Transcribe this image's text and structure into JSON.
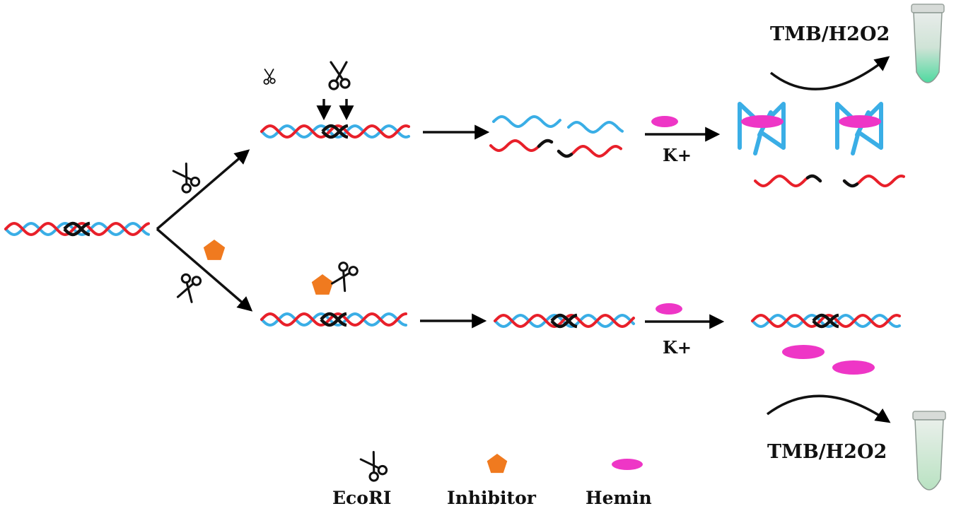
{
  "colors": {
    "strand_a": "#3aaee6",
    "strand_b": "#e8202a",
    "site": "#111111",
    "arrow": "#111111",
    "hemin": "#ee36c6",
    "inhibitor": "#f07a1f",
    "tube_green": "#4fd9a0",
    "tube_pale": "#bfe6c8"
  },
  "labels": {
    "reagent_top": "TMB/H2O2",
    "reagent_bottom": "TMB/H2O2",
    "potassium_top": "K+",
    "potassium_bottom": "K+"
  },
  "legend": [
    {
      "icon": "scissors-icon",
      "label": "EcoRI"
    },
    {
      "icon": "pentagon-icon",
      "label": "Inhibitor"
    },
    {
      "icon": "ellipse-icon",
      "label": "Hemin"
    }
  ]
}
